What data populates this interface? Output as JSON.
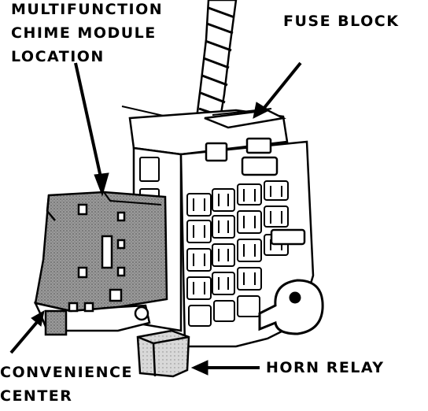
{
  "labels": {
    "chime_module": {
      "lines": [
        "MULTIFUNCTION",
        "CHIME MODULE",
        "LOCATION"
      ]
    },
    "fuse_block": {
      "text": "FUSE BLOCK"
    },
    "convenience_center": {
      "lines": [
        "CONVENIENCE",
        "CENTER"
      ]
    },
    "horn_relay": {
      "text": "HORN RELAY"
    }
  },
  "colors": {
    "ink": "#000000",
    "paper": "#ffffff",
    "module_shade": "#8a8a8a"
  }
}
